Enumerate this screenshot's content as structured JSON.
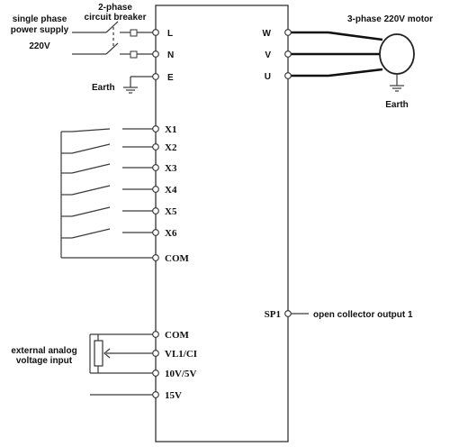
{
  "labels": {
    "supply_line1": "single phase",
    "supply_line2": "power supply",
    "supply_voltage": "220V",
    "breaker_line1": "2-phase",
    "breaker_line2": "circuit breaker",
    "earth_left": "Earth",
    "motor": "3-phase 220V motor",
    "earth_motor": "Earth",
    "open_collector": "open collector output 1",
    "analog_line1": "external analog",
    "analog_line2": "voltage input"
  },
  "left_terminals": {
    "L": "L",
    "N": "N",
    "E": "E",
    "X1": "X1",
    "X2": "X2",
    "X3": "X3",
    "X4": "X4",
    "X5": "X5",
    "X6": "X6",
    "COM1": "COM",
    "COM2": "COM",
    "VL1": "VL1/CI",
    "V10": "10V/5V",
    "V15": "15V"
  },
  "right_terminals": {
    "W": "W",
    "V": "V",
    "U": "U",
    "SP1": "SP1"
  }
}
